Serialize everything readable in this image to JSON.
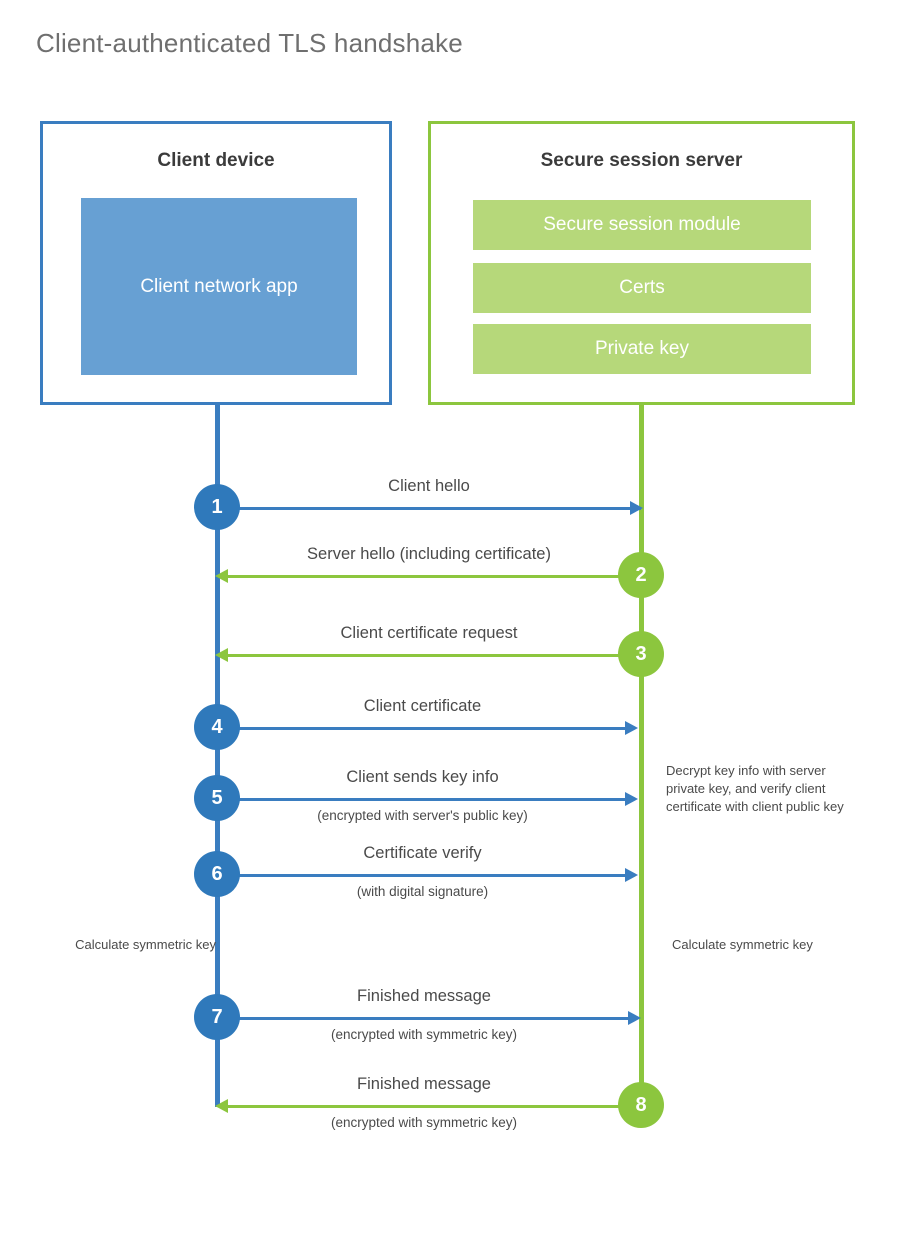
{
  "title": "Client-authenticated TLS handshake",
  "colors": {
    "client_blue": "#3a7dc0",
    "client_circle_blue": "#2f79bb",
    "client_app_fill": "#67a0d3",
    "server_green": "#8cc63e",
    "server_block_fill": "#b6d87a",
    "text_dark": "#3b3b3b",
    "text_body": "#4a4a4a",
    "title_gray": "#6f6f6f",
    "background": "#ffffff"
  },
  "participants": {
    "client": {
      "title": "Client device",
      "blocks": [
        {
          "label": "Client network app"
        }
      ]
    },
    "server": {
      "title": "Secure session server",
      "blocks": [
        {
          "label": "Secure session module"
        },
        {
          "label": "Certs"
        },
        {
          "label": "Private key"
        }
      ]
    }
  },
  "messages": [
    {
      "step": "1",
      "label": "Client hello",
      "sublabel": "",
      "direction": "client-to-server",
      "color": "blue"
    },
    {
      "step": "2",
      "label": "Server hello (including certificate)",
      "sublabel": "",
      "direction": "server-to-client",
      "color": "green"
    },
    {
      "step": "3",
      "label": "Client certificate request",
      "sublabel": "",
      "direction": "server-to-client",
      "color": "green"
    },
    {
      "step": "4",
      "label": "Client certificate",
      "sublabel": "",
      "direction": "client-to-server",
      "color": "blue"
    },
    {
      "step": "5",
      "label": "Client sends key info",
      "sublabel": "(encrypted with server's public key)",
      "direction": "client-to-server",
      "color": "blue"
    },
    {
      "step": "6",
      "label": "Certificate verify",
      "sublabel": "(with digital signature)",
      "direction": "client-to-server",
      "color": "blue"
    },
    {
      "step": "7",
      "label": "Finished message",
      "sublabel": "(encrypted with symmetric key)",
      "direction": "client-to-server",
      "color": "blue"
    },
    {
      "step": "8",
      "label": "Finished message",
      "sublabel": "(encrypted with symmetric key)",
      "direction": "server-to-client",
      "color": "green"
    }
  ],
  "annotations": {
    "server_decrypt": "Decrypt key info with server private key, and verify client certificate with client public key",
    "client_symmetric_key": "Calculate symmetric key",
    "server_symmetric_key": "Calculate symmetric key"
  }
}
